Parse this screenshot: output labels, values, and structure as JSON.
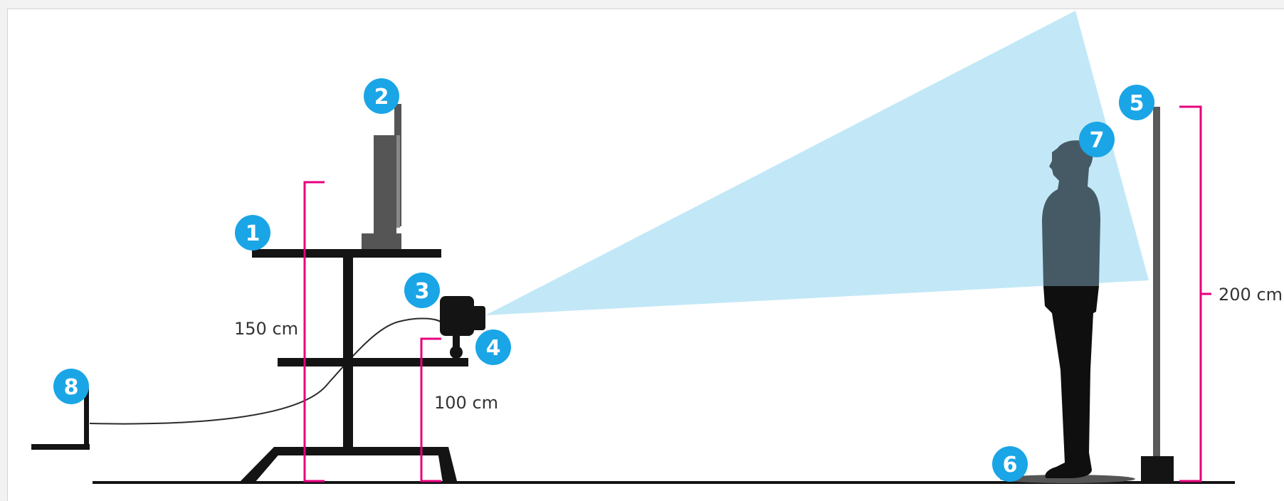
{
  "colors": {
    "badge": "#1aa5e6",
    "dimension": "#e6007e",
    "projection": "#c2e8f7",
    "furniture": "#141414",
    "monitor": "#555555",
    "person_top": "#465a66",
    "person_bottom": "#0f0f0f"
  },
  "badges": [
    {
      "label": "1"
    },
    {
      "label": "2"
    },
    {
      "label": "3"
    },
    {
      "label": "4"
    },
    {
      "label": "5"
    },
    {
      "label": "6"
    },
    {
      "label": "7"
    },
    {
      "label": "8"
    }
  ],
  "dimensions": {
    "table_height": "150 cm",
    "camera_height": "100 cm",
    "pole_height": "200 cm"
  },
  "icons": [
    "desk-shape",
    "monitor-shape",
    "camera-shape",
    "tripod-shape",
    "pole-shape",
    "floor-mark-shape",
    "person-silhouette",
    "laptop-shape"
  ]
}
